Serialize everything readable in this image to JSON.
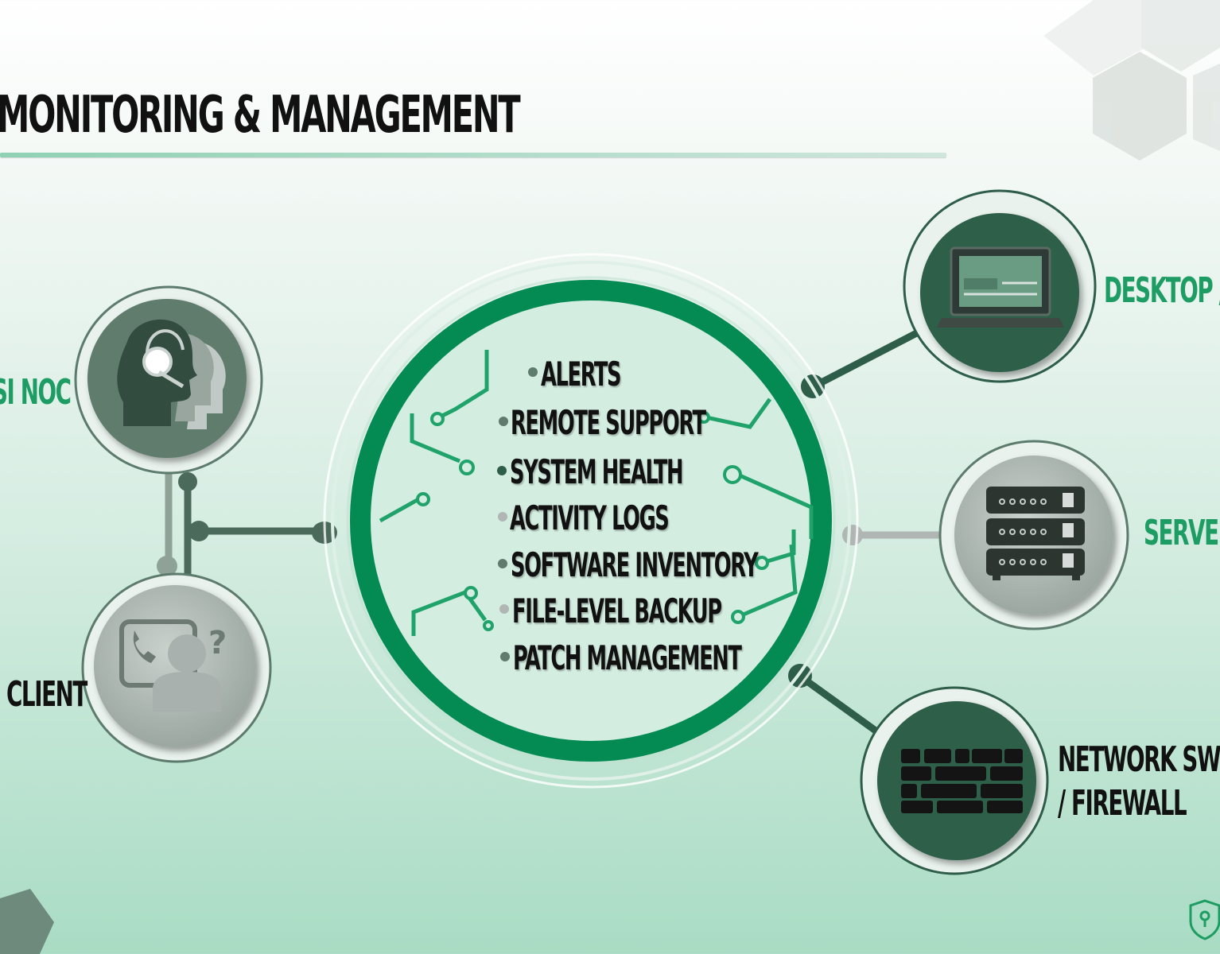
{
  "title": "MONITORING & MANAGEMENT",
  "left_nodes": {
    "noc_label": "SI NOC",
    "client_label": "CLIENT"
  },
  "services": [
    "ALERTS",
    "REMOTE SUPPORT",
    "SYSTEM HEALTH",
    "ACTIVITY LOGS",
    "SOFTWARE INVENTORY",
    "FILE-LEVEL BACKUP",
    "PATCH MANAGEMENT"
  ],
  "right_nodes": {
    "desktop_label": "DESKTOP /LA",
    "server_label": "SERVER",
    "network_label_line1": "NETWORK SWITC",
    "network_label_line2": "/ FIREWALL"
  },
  "colors": {
    "accent_green": "#1d9d63",
    "ring_green": "#048a53",
    "dark_green": "#2e5e4a",
    "gray_green": "#5f7b6d"
  },
  "icons": [
    "headset-agent-icon",
    "client-call-question-icon",
    "laptop-icon",
    "server-rack-icon",
    "firewall-brick-icon",
    "shield-lock-icon"
  ]
}
